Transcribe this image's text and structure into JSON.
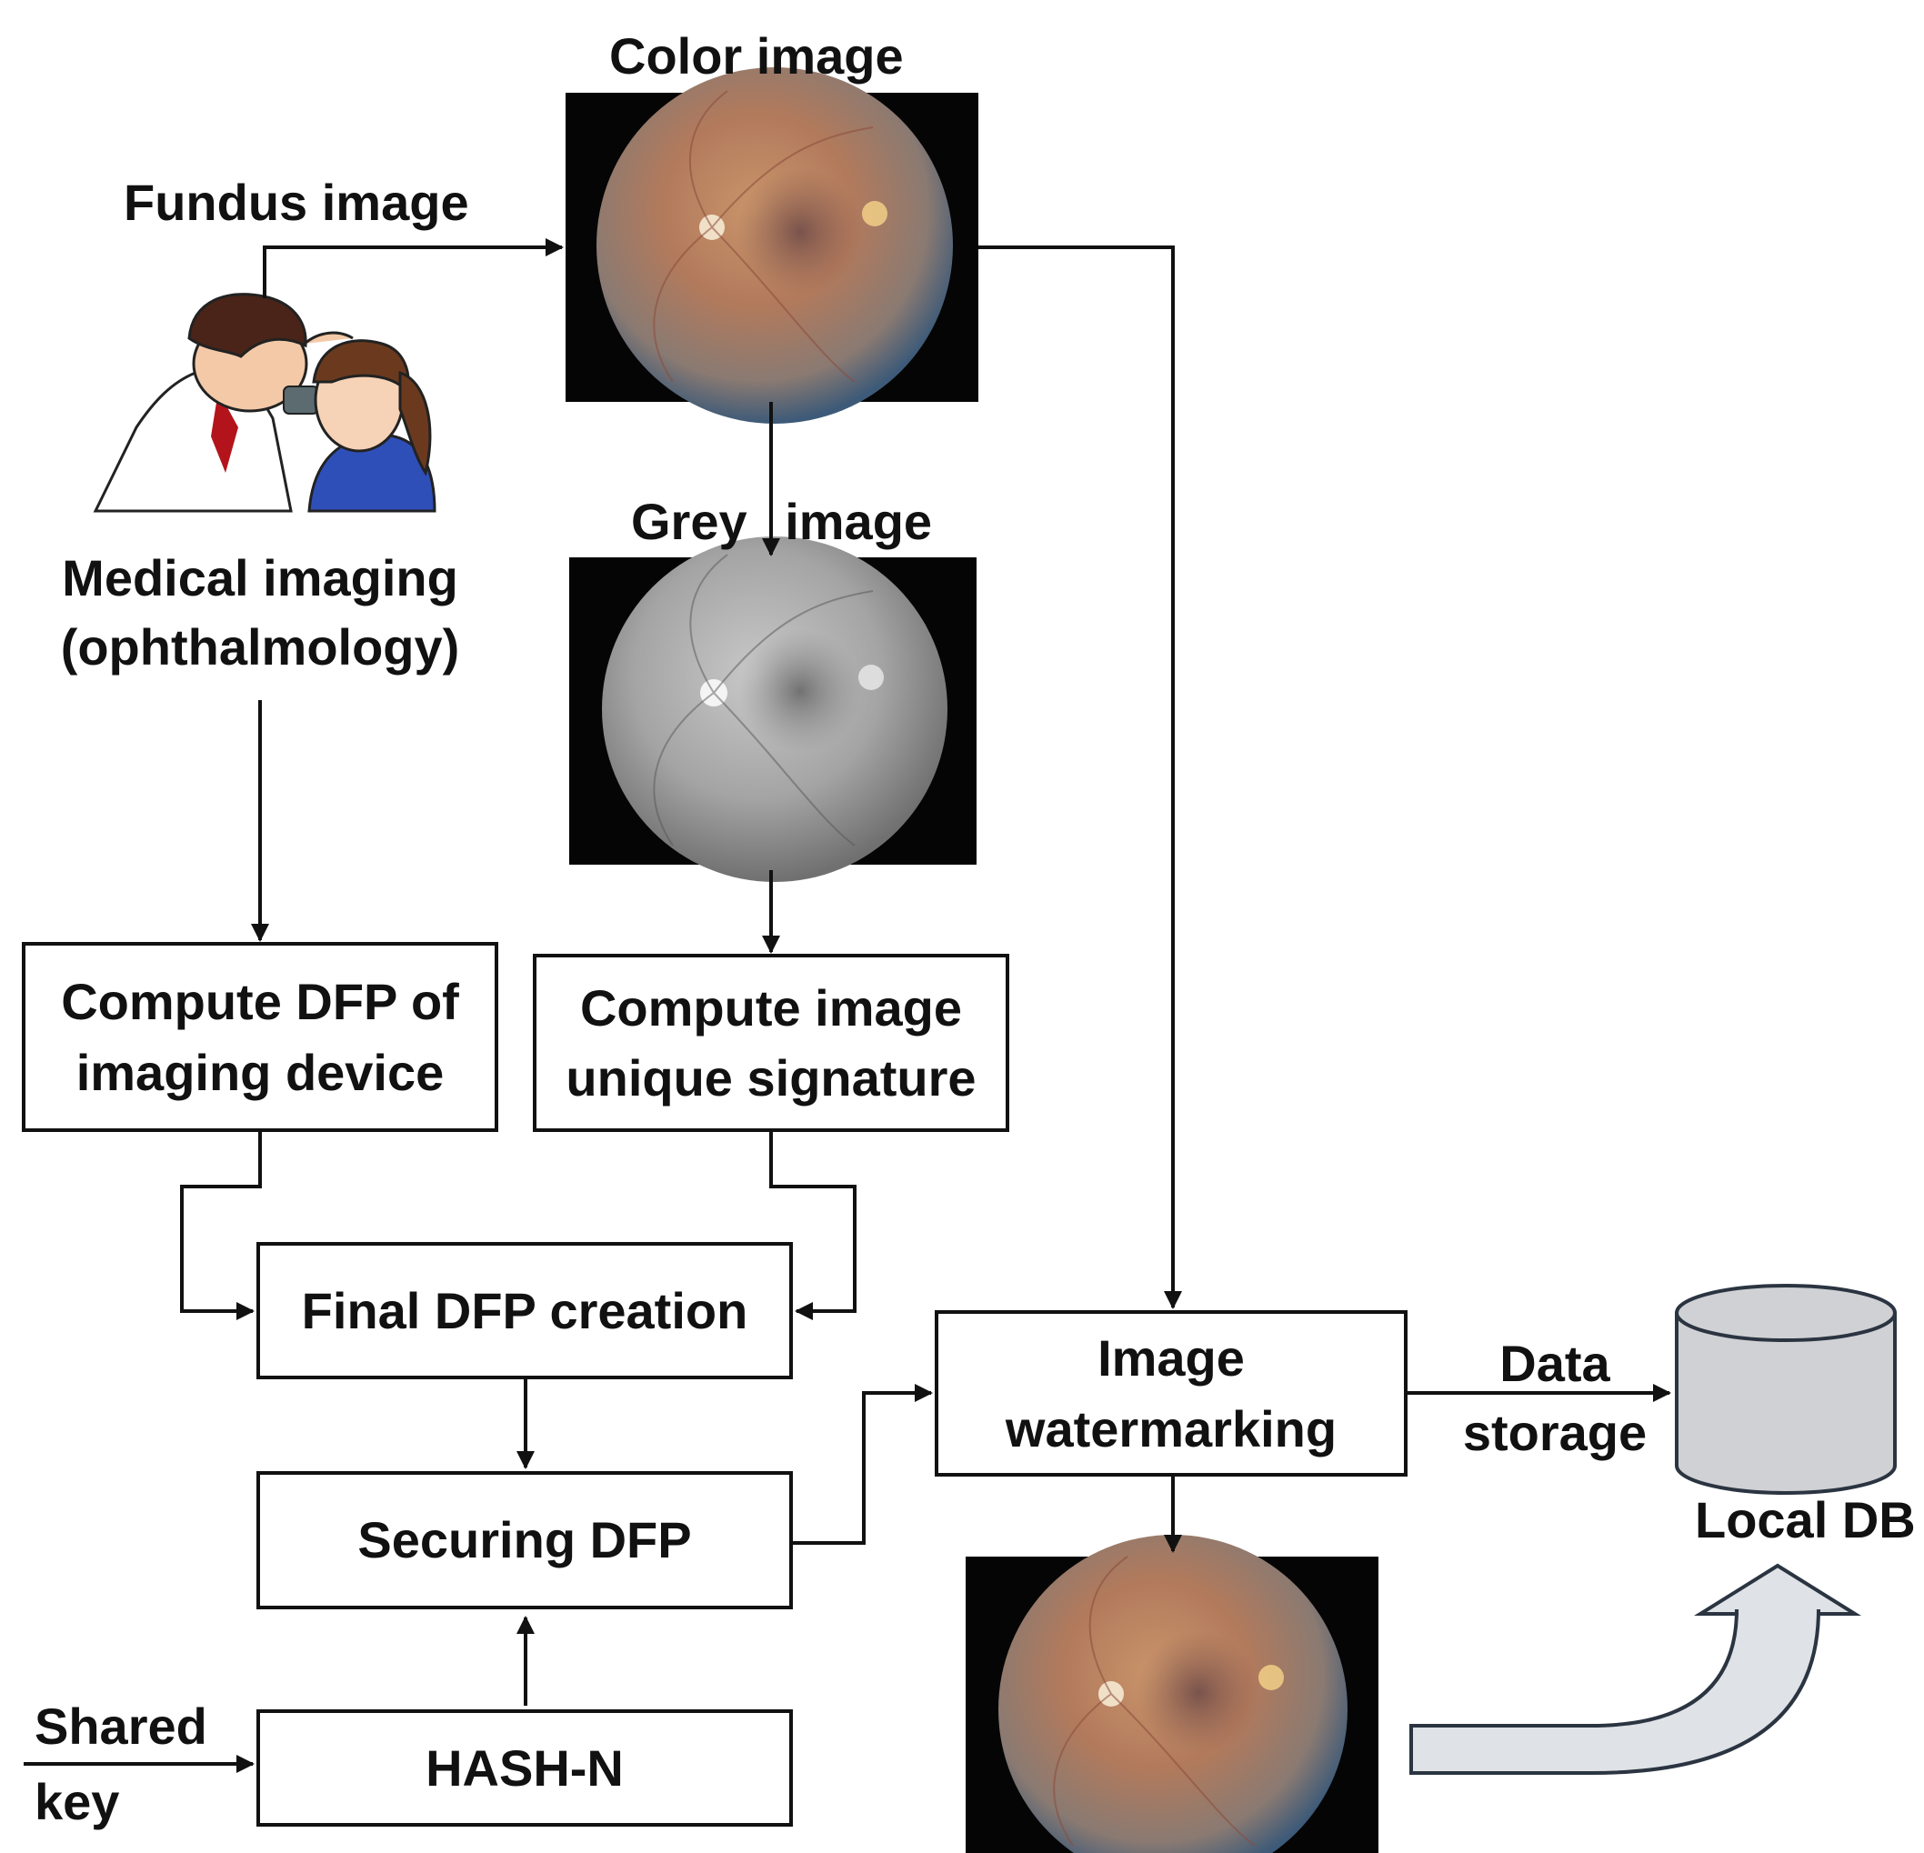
{
  "labels": {
    "color_image": "Color image",
    "fundus_image": "Fundus image",
    "grey_image": "Grey image",
    "medical_imaging_line1": "Medical imaging",
    "medical_imaging_line2": "(ophthalmology)",
    "data_storage_line1": "Data",
    "data_storage_line2": "storage",
    "local_db": "Local DB",
    "shared_key_line1": "Shared",
    "shared_key_line2": "key"
  },
  "boxes": {
    "compute_dfp_line1": "Compute DFP of",
    "compute_dfp_line2": "imaging device",
    "compute_signature_line1": "Compute image",
    "compute_signature_line2": "unique signature",
    "final_dfp": "Final DFP creation",
    "securing_dfp": "Securing DFP",
    "hash_n": "HASH-N",
    "watermarking_line1": "Image",
    "watermarking_line2": "watermarking"
  },
  "colors": {
    "stroke": "#111111",
    "database_fill": "#cfd1d4",
    "storage_arrow_fill": "#dfe2e6",
    "storage_arrow_stroke": "#2b3441"
  }
}
